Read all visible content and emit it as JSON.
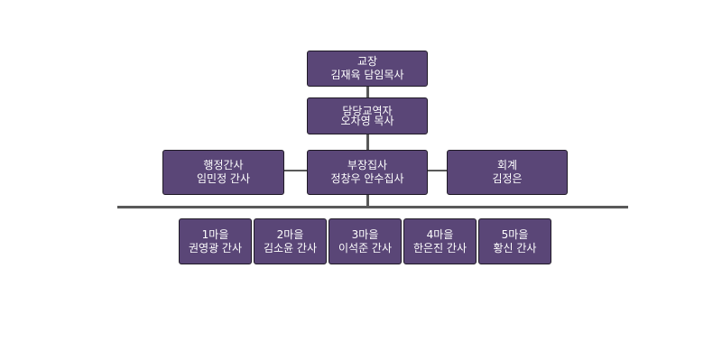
{
  "org": {
    "principal": {
      "role": "교장",
      "name": "김재육 담임목사"
    },
    "education": {
      "role": "담당교역자",
      "name": "오차영 목사"
    },
    "admin": {
      "role": "행정간사",
      "name": "임민정 간사"
    },
    "vice": {
      "role": "부장집사",
      "name": "정창우 안수집사"
    },
    "accounting": {
      "role": "회계",
      "name": "김정은"
    },
    "villages": [
      {
        "role": "1마을",
        "name": "권영광 간사"
      },
      {
        "role": "2마을",
        "name": "김소윤 간사"
      },
      {
        "role": "3마을",
        "name": "이석준 간사"
      },
      {
        "role": "4마을",
        "name": "한은진 간사"
      },
      {
        "role": "5마을",
        "name": "황신 간사"
      }
    ]
  },
  "colors": {
    "box_fill": "#5a4677",
    "box_border": "#1f1a26",
    "connector": "#595959",
    "text": "#ffffff"
  }
}
